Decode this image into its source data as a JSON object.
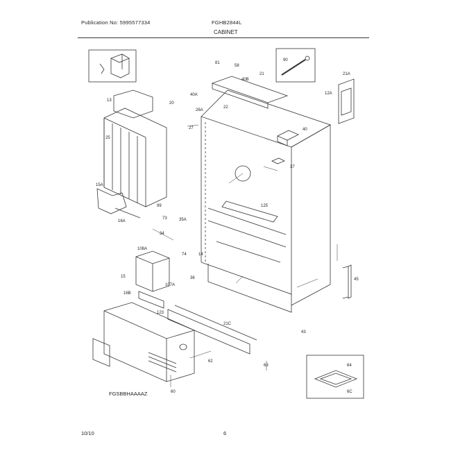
{
  "header": {
    "publication": "Publication No: 5995577334",
    "model": "FGHB2844L",
    "section": "CABINET"
  },
  "diagram": {
    "code": "FGSBBHAAAAZ",
    "callouts": [
      "90",
      "21A",
      "12A",
      "40",
      "37",
      "45",
      "64",
      "6C",
      "125",
      "15A",
      "16A",
      "108A",
      "107A",
      "123",
      "21C",
      "43",
      "62",
      "60",
      "81",
      "58",
      "40A",
      "40B",
      "21",
      "36",
      "22",
      "34",
      "63",
      "35A",
      "26A",
      "73",
      "74",
      "14",
      "13",
      "15",
      "16B",
      "20",
      "25",
      "27",
      "99"
    ]
  },
  "footer": {
    "date": "10/10",
    "page": "6"
  }
}
